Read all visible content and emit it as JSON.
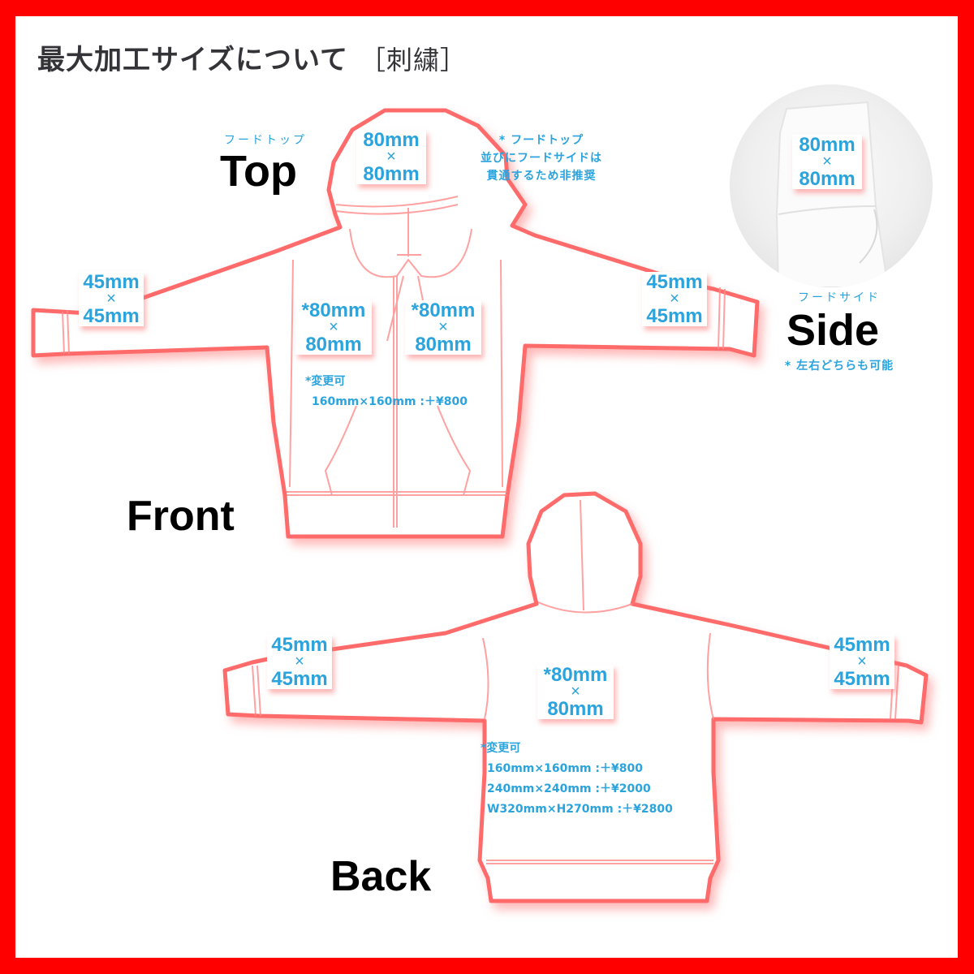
{
  "title": {
    "main": "最大加工サイズについて",
    "tag": "［刺繍］"
  },
  "colors": {
    "frame": "#ff0000",
    "outline": "#ff6b6b",
    "accent_text": "#2ba3dc",
    "title_text": "#333338"
  },
  "top": {
    "kana": "フードトップ",
    "label": "Top",
    "dim": {
      "w": "80mm",
      "x": "×",
      "h": "80mm"
    },
    "note": [
      "* フードトップ",
      "並びにフードサイドは",
      "貫通するため非推奨"
    ]
  },
  "side": {
    "kana": "フードサイド",
    "label": "Side",
    "dim": {
      "w": "80mm",
      "x": "×",
      "h": "80mm"
    },
    "note": "* 左右どちらも可能"
  },
  "front": {
    "label": "Front",
    "left_sleeve": {
      "w": "45mm",
      "x": "×",
      "h": "45mm"
    },
    "right_sleeve": {
      "w": "45mm",
      "x": "×",
      "h": "45mm"
    },
    "left_chest": {
      "w": "*80mm",
      "x": "×",
      "h": "80mm"
    },
    "right_chest": {
      "w": "*80mm",
      "x": "×",
      "h": "80mm"
    },
    "options_title": "*変更可",
    "options": [
      "160mm×160mm :＋¥800"
    ]
  },
  "back": {
    "label": "Back",
    "left_sleeve": {
      "w": "45mm",
      "x": "×",
      "h": "45mm"
    },
    "right_sleeve": {
      "w": "45mm",
      "x": "×",
      "h": "45mm"
    },
    "center": {
      "w": "*80mm",
      "x": "×",
      "h": "80mm"
    },
    "options_title": "*変更可",
    "options": [
      "160mm×160mm :＋¥800",
      "240mm×240mm :＋¥2000",
      "W320mm×H270mm :＋¥2800"
    ]
  }
}
